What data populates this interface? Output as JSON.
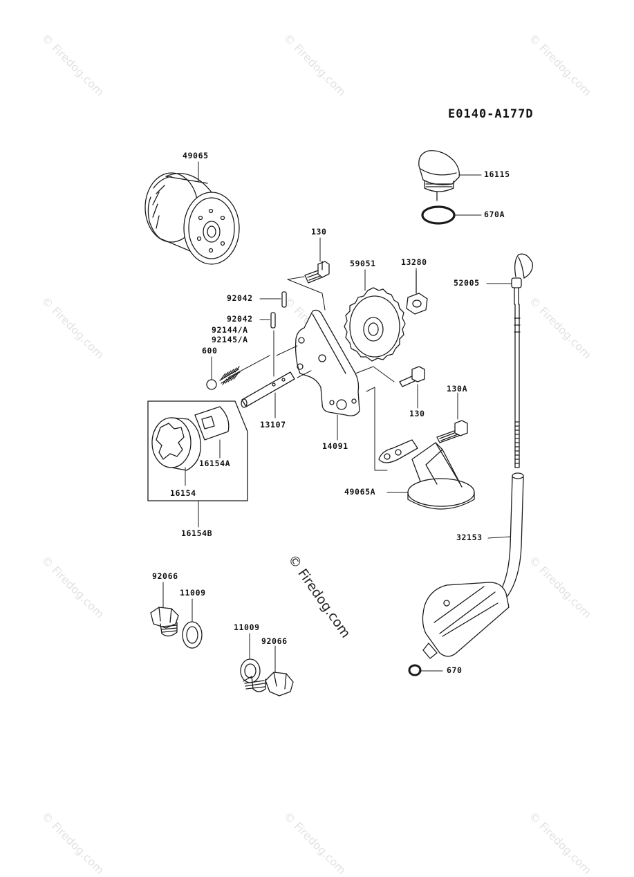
{
  "diagram_code": "E0140-A177D",
  "watermark": "© Firedog.com",
  "parts": {
    "p49065": "49065",
    "p16115": "16115",
    "p670A": "670A",
    "p130_top": "130",
    "p59051": "59051",
    "p13280": "13280",
    "p52005": "52005",
    "p92042_a": "92042",
    "p92042_b": "92042",
    "p92144A": "92144/A",
    "p92145A": "92145/A",
    "p600": "600",
    "p13107": "13107",
    "p14091": "14091",
    "p130_mid": "130",
    "p130A": "130A",
    "p16154A": "16154A",
    "p16154": "16154",
    "p16154B": "16154B",
    "p49065A": "49065A",
    "p32153": "32153",
    "p92066_a": "92066",
    "p11009_a": "11009",
    "p11009_b": "11009",
    "p92066_b": "92066",
    "p670": "670"
  }
}
